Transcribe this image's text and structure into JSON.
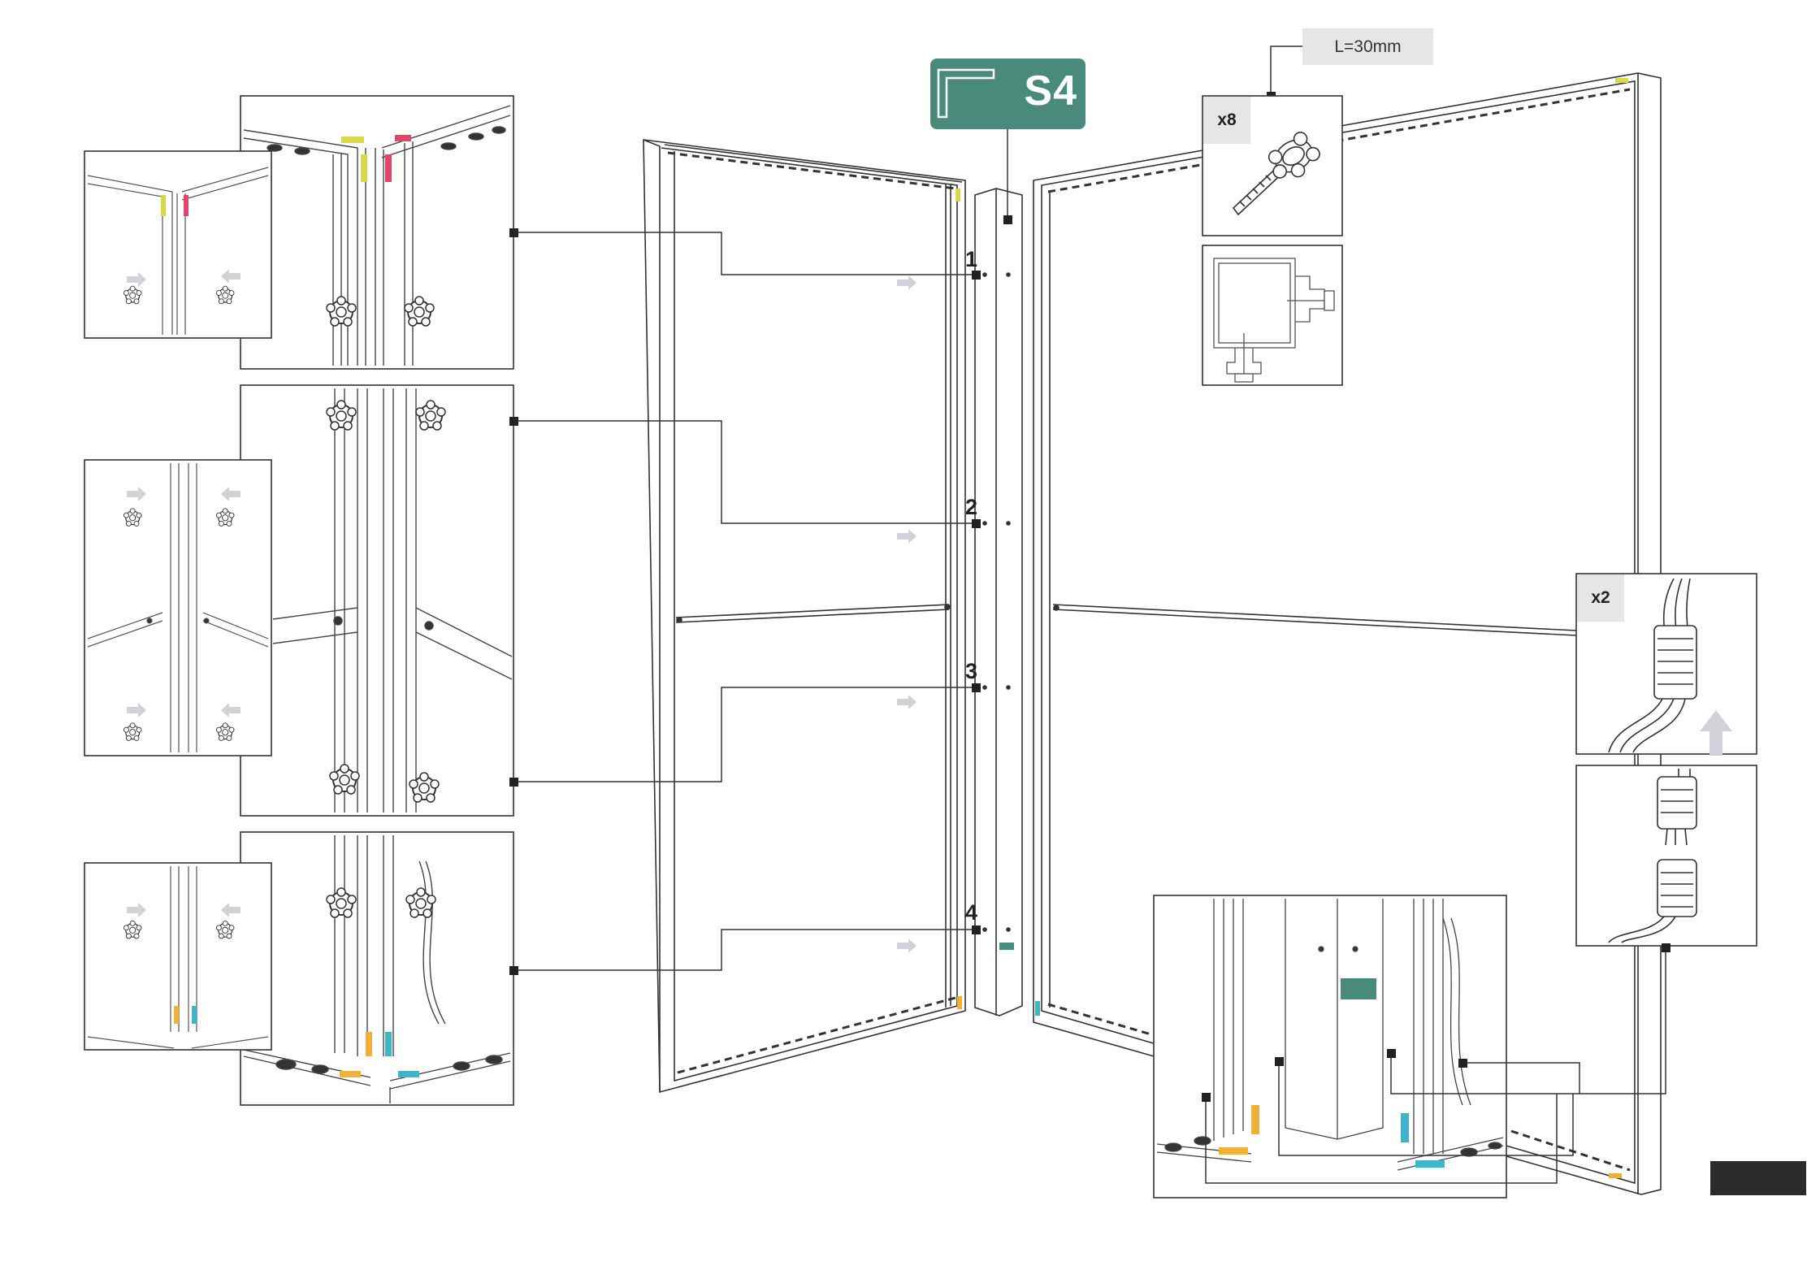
{
  "section_badge": {
    "code": "S4",
    "color": "#4a8a7b"
  },
  "hardware": {
    "length_label": "L=30mm",
    "knob_quantity": "x8",
    "knob_icon": "star-knob-screw-icon"
  },
  "connector": {
    "quantity": "x2",
    "icon": "cable-connector-icon"
  },
  "steps": [
    {
      "number": "1"
    },
    {
      "number": "2"
    },
    {
      "number": "3"
    },
    {
      "number": "4"
    }
  ],
  "colors": {
    "label_yellow": "#d7d94a",
    "label_red": "#e0456a",
    "label_orange": "#f0b03a",
    "label_cyan": "#3fb6c8",
    "badge_green": "#4a8a7b",
    "page_tab": "#2b2b2b"
  }
}
